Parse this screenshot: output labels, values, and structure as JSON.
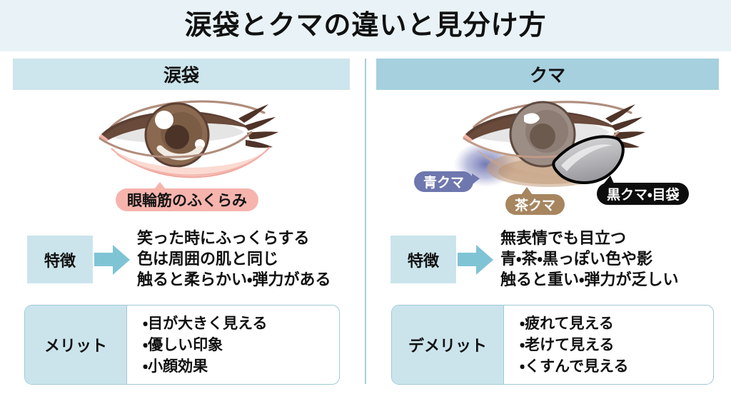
{
  "title": "涙袋とクマの違いと見分け方",
  "columns": [
    {
      "header": "涙袋",
      "illustration": "eye-with-tear-bag-illustration",
      "callouts": [
        {
          "label": "眼輪筋のふくらみ",
          "color": "#f6b4ad",
          "text_color": "#151515"
        }
      ],
      "feature": {
        "label": "特徴",
        "lines": [
          "笑った時にふっくらする",
          "色は周囲の肌と同じ",
          "触ると柔らかい・弾力がある"
        ]
      },
      "points": {
        "label": "メリット",
        "items": [
          "・目が大きく見える",
          "・優しい印象",
          "・小顔効果"
        ]
      }
    },
    {
      "header": "クマ",
      "illustration": "eye-with-dark-circles-illustration",
      "callouts": [
        {
          "label": "青クマ",
          "color": "#6e77ae",
          "text_color": "#ffffff"
        },
        {
          "label": "茶クマ",
          "color": "#a6855f",
          "text_color": "#ffffff"
        },
        {
          "label": "黒クマ・目袋",
          "color": "#0d0d0d",
          "text_color": "#ffffff"
        }
      ],
      "feature": {
        "label": "特徴",
        "lines": [
          "無表情でも目立つ",
          "青・茶・黒っぽい色や影",
          "触ると重い・弾力が乏しい"
        ]
      },
      "points": {
        "label": "デメリット",
        "items": [
          "・疲れて見える",
          "・老けて見える",
          "・くすんで見える"
        ]
      }
    }
  ],
  "colors": {
    "title_band": "#e9f3f7",
    "left_header": "#cde5ec",
    "right_header": "#a6d0de",
    "divider": "#a9ced9",
    "accent_arrow": "#7fc4d5",
    "label_box": "#cbe4ec",
    "box_border": "#9ec9d6"
  }
}
